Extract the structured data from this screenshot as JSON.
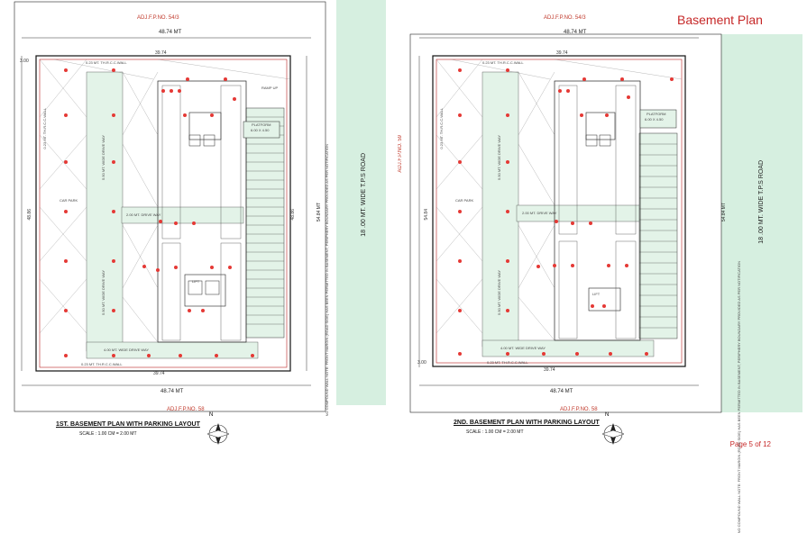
{
  "page": {
    "title": "Basement Plan",
    "page_number": "Page 5 of 12"
  },
  "colors": {
    "road_green": "#d6efe0",
    "drive_green": "#e3f3e8",
    "parking_dot": "#e53935",
    "title_red": "#c62828",
    "line": "#222222"
  },
  "plans": [
    {
      "adj_top": "ADJ.F.P.NO. 54/3",
      "adj_bottom": "ADJ.F.P.NO. 58",
      "top_dim": "48.74 MT",
      "inner_top_dim": "39.74",
      "inner_bottom_dim": "39.74",
      "bottom_dim": "48.74 MT",
      "left_dim": "48.86",
      "right_dim": "48.86",
      "corner_dim": "3.00",
      "road_label": "18 .00 MT. WIDE T.P.S  ROAD",
      "road_dim": "54.84 MT",
      "wall_top": "0.23 MT. TH.R.C.C.WALL",
      "wall_bottom": "0.23 MT. TH.R.C.C.WALL",
      "wall_left": "0.23 MT. TH.R.C.C.WALL",
      "drive_way_left": "5.50 MT. WIDE DRIVE WAY",
      "drive_way_bottom": "4.00 MT. WIDE DRIVE WAY",
      "drive_way_mid": "2.00 MT. DRIVE WAY",
      "ramp_label": "RAMP UP",
      "platform_label": "PLATFORM",
      "platform_dim": "6.00 X 4.50",
      "car_park": "CAR PARK",
      "lift_label": "LIFT",
      "sheet_title": "1ST. BASEMENT PLAN WITH PARKING LAYOUT",
      "scale": "SCALE : 1.00 CM = 2.00 MT"
    },
    {
      "adj_top": "ADJ.F.P.NO. 54/3",
      "adj_bottom": "ADJ.F.P.NO. 58",
      "adj_left": "ADJ.F.P.NO. 59",
      "top_dim": "48.74 MT",
      "inner_top_dim": "39.74",
      "inner_bottom_dim": "39.74",
      "bottom_dim": "48.74 MT",
      "left_dim": "54.84",
      "corner_dim": "3.00",
      "road_label": "18 .00 MT. WIDE T.P.S  ROAD",
      "road_dim": "54.84 MT",
      "wall_top": "0.23 MT. TH.R.C.C.WALL",
      "wall_bottom": "0.23 MT. TH.R.C.C.WALL",
      "wall_left": "0.23 MT. TH.R.C.C.WALL",
      "drive_way_left": "5.50 MT. WIDE DRIVE WAY",
      "drive_way_bottom": "4.00 MT. WIDE DRIVE WAY",
      "drive_way_mid": "2.00 MT. DRIVE WAY",
      "platform_label": "PLATFORM",
      "platform_dim": "6.00 X 4.50",
      "car_park": "CAR PARK",
      "lift_label": "LIFT",
      "sheet_title": "2ND. BASEMENT PLAN WITH PARKING LAYOUT",
      "scale": "SCALE : 1.00 CM = 2.00 MT"
    }
  ],
  "notes": {
    "side_note": "NO COMPOUND WALL NOTE: FRONT MARGIN (ROAD SIDE) HAS BEEN PERMITTED IN BASEMENT; PERIPHERY BOUNDARY PROVIDED AS PER NOTIFICATION"
  }
}
